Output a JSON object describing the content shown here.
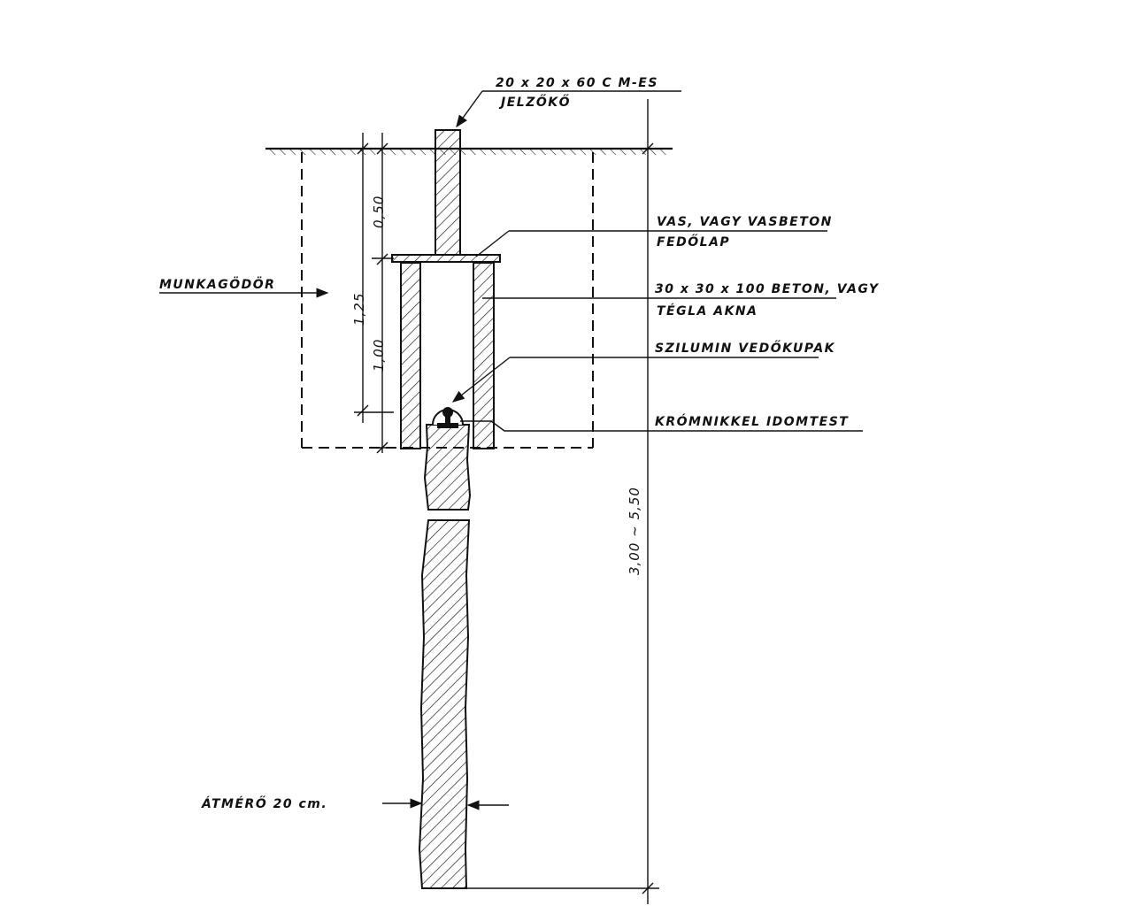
{
  "labels": {
    "marker_stone_1": "20 x 20 x 60  C M-ES",
    "marker_stone_2": "JELZŐKŐ",
    "cover_1": "VAS, VAGY  VASBETON",
    "cover_2": "FEDŐLAP",
    "shaft_1": "30 x 30 x 100 BETON, VAGY",
    "shaft_2": "TÉGLA  AKNA",
    "cap": "SZILUMIN  VEDŐKUPAK",
    "fitting": "KRÓMNIKKEL  IDOMTEST",
    "pit": "MUNKAGÖDÖR",
    "diameter": "ÁTMÉRŐ  20 cm."
  },
  "dimensions": {
    "d1": "0,50",
    "d2": "1,25",
    "d3": "1,00",
    "d4": "3,00  ~  5,50"
  },
  "colors": {
    "ink": "#111111",
    "paper": "#ffffff"
  }
}
